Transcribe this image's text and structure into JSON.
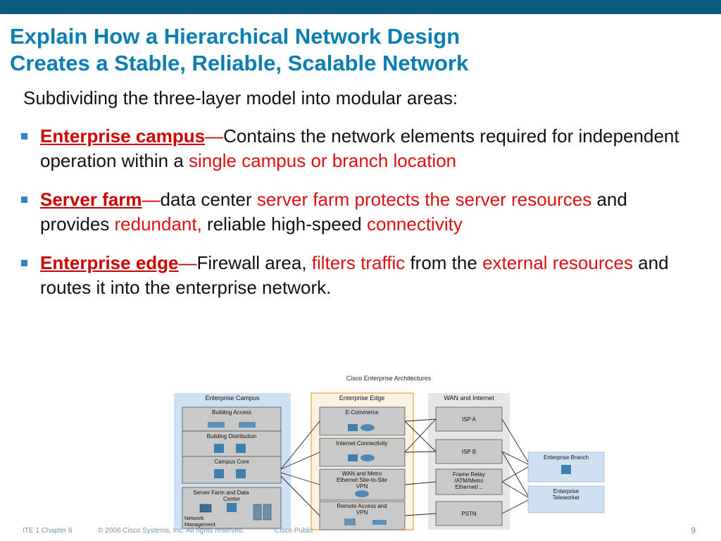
{
  "title_line1": "Explain How a Hierarchical Network Design",
  "title_line2": "Creates a Stable, Reliable, Scalable Network",
  "intro": "Subdividing the three-layer model into modular areas:",
  "bullets": [
    {
      "term": "Enterprise campus",
      "dash": "—",
      "t1": "Contains the network elements required for independent operation within a ",
      "r1": "single campus or branch location",
      "t2": "",
      "r2": "",
      "t3": "",
      "r3": ""
    },
    {
      "term": "Server farm",
      "dash": "—",
      "t1": "data center ",
      "r1": "server farm protects the server resources",
      "t2": " and provides ",
      "r2": "redundant,",
      "t3": " reliable high-speed ",
      "r3": "connectivity"
    },
    {
      "term": "Enterprise edge",
      "dash": "—",
      "t1": "Firewall area, ",
      "r1": "filters traffic",
      "t2": " from the ",
      "r2": "external resources",
      "t3": " and routes it into the enterprise network.",
      "r3": ""
    }
  ],
  "diagram": {
    "title": "Cisco Enterprise Architectures",
    "campus": {
      "header": "Enterprise Campus",
      "building_access": "Building Access",
      "building_distribution": "Building Distribution",
      "campus_core": "Campus Core",
      "server_farm_l1": "Server Farm and Data",
      "server_farm_l2": "Center",
      "netmgmt_l1": "Network",
      "netmgmt_l2": "Management"
    },
    "edge": {
      "header": "Enterprise Edge",
      "ecommerce": "E-Commerce",
      "internet": "Internet Connectivity",
      "wan_l1": "WAN and Metro",
      "wan_l2": "Ethernet Site-to-Site",
      "wan_l3": "VPN",
      "remote_l1": "Remote Access and",
      "remote_l2": "VPN"
    },
    "wan": {
      "header": "WAN and Internet",
      "ispa": "ISP A",
      "ispb": "ISP B",
      "fr_l1": "Frame Relay",
      "fr_l2": "/ATM/Metro",
      "fr_l3": "Ethernet/...",
      "pstn": "PSTN"
    },
    "branch": "Enterprise Branch",
    "teleworker_l1": "Enterprise",
    "teleworker_l2": "Teleworker"
  },
  "footer": {
    "chapter": "ITE 1 Chapter 6",
    "copyright": "© 2006 Cisco Systems, Inc. All rights reserved.",
    "classification": "Cisco Public",
    "page": "9"
  },
  "colors": {
    "topbar": "#0b5a7e",
    "title": "#0a7db1",
    "accent_red": "#d10000",
    "bullet": "#2f83c8"
  }
}
